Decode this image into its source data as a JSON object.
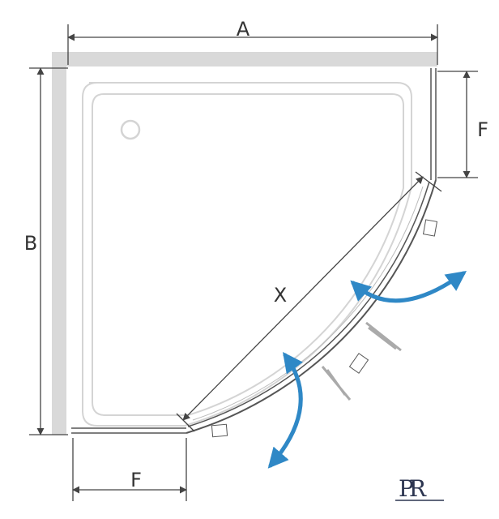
{
  "diagram": {
    "dimensions": {
      "width_label": "A",
      "depth_label": "B",
      "fixed_panel_right_label": "F",
      "fixed_panel_bottom_label": "F",
      "diagonal_label": "X"
    },
    "logo": {
      "text": "PR"
    },
    "colors": {
      "line": "#444444",
      "wall": "#d9d9d9",
      "tray_outline": "#d4d4d4",
      "arrow": "#2f88c6"
    }
  }
}
